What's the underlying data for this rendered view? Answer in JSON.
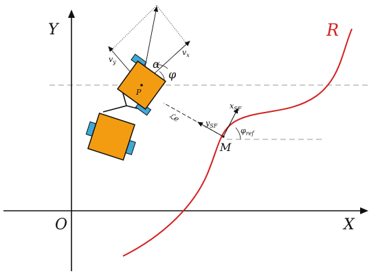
{
  "axes": {
    "y_label": "Y",
    "x_label": "X",
    "origin_label": "O"
  },
  "path": {
    "label": "R",
    "color": "#d42020"
  },
  "robot": {
    "point_label": "P",
    "body_color": "#f39c12",
    "wheel_color": "#3fa9d6"
  },
  "velocities": {
    "vx_main": "v",
    "vx_sub": "x",
    "vy_main": "v",
    "vy_sub": "y"
  },
  "angles": {
    "alpha": "α",
    "phi": "φ",
    "phi_ref_main": "φ",
    "phi_ref_sub": "ref"
  },
  "serret_frenet": {
    "point_label": "M",
    "x_main": "x",
    "x_sub": "SF",
    "y_main": "y",
    "y_sub": "SF",
    "distance_label": "ℒe"
  },
  "colors": {
    "axis": "#111111",
    "guide": "#9a9a9a"
  }
}
